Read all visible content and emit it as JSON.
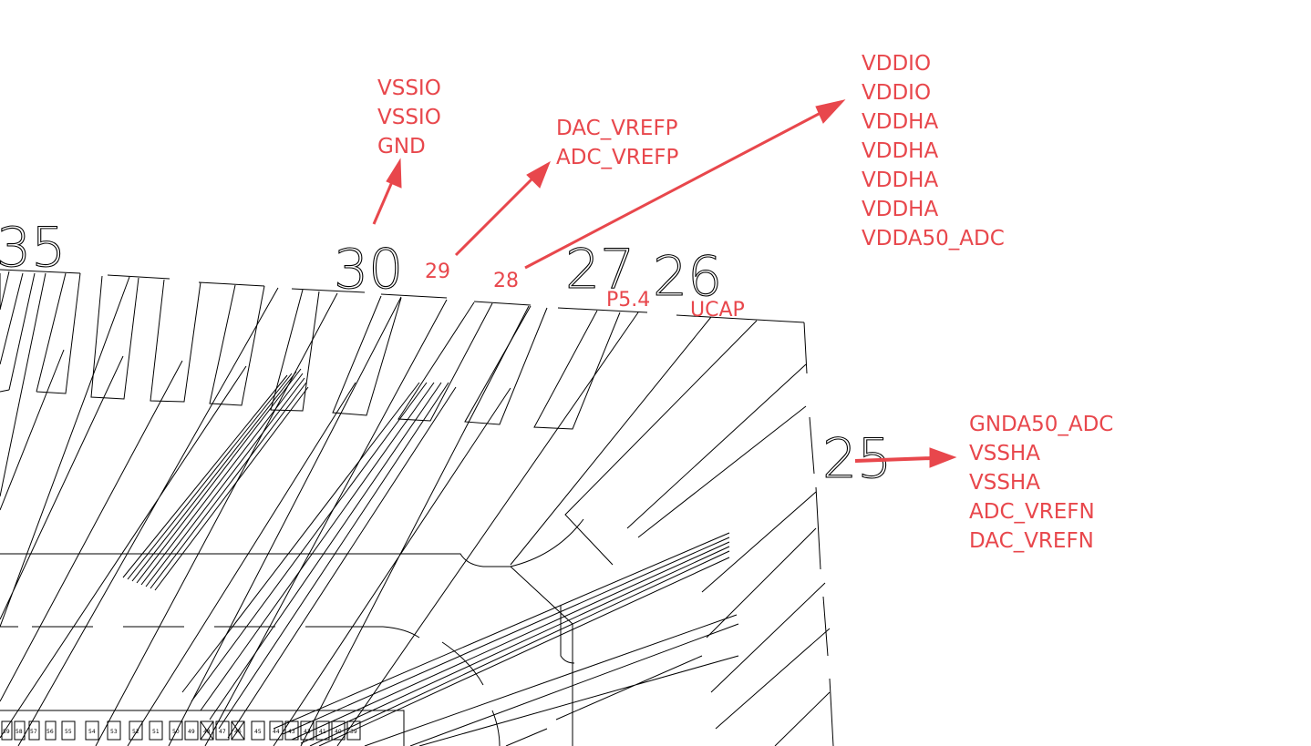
{
  "pin_numbers": {
    "p35": "35",
    "p30": "30",
    "p27": "27",
    "p26": "26",
    "p25": "25"
  },
  "annotations": {
    "vssio_group": [
      "VSSIO",
      "VSSIO",
      "GND"
    ],
    "vref_p_group": [
      "DAC_VREFP",
      "ADC_VREFP"
    ],
    "vdd_group": [
      "VDDIO",
      "VDDIO",
      "VDDHA",
      "VDDHA",
      "VDDHA",
      "VDDHA",
      "VDDA50_ADC"
    ],
    "gnda_group": [
      "GNDA50_ADC",
      "VSSHA",
      "VSSHA",
      "ADC_VREFN",
      "DAC_VREFN"
    ],
    "label_29": "29",
    "label_28": "28",
    "label_p54": "P5.4",
    "label_ucap": "UCAP"
  },
  "bottom_pad_labels": [
    "59",
    "58",
    "57",
    "56",
    "55",
    "54",
    "53",
    "52",
    "51",
    "50",
    "49",
    "48",
    "47",
    "46",
    "45",
    "44",
    "43",
    "42",
    "41",
    "40",
    "39"
  ],
  "colors": {
    "annotation": "#e8474c",
    "line": "#000000",
    "background": "#ffffff"
  }
}
